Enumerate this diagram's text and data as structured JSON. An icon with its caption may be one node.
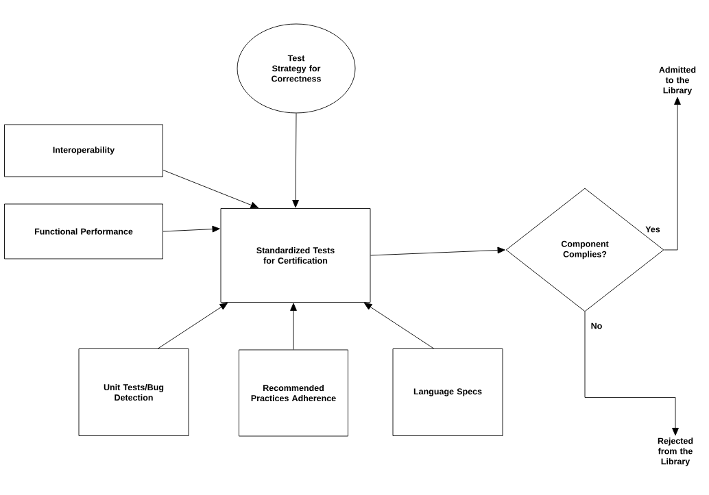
{
  "diagram": {
    "nodes": [
      {
        "text": [
          "Test Strategy for Correctness"
        ]
      },
      {
        "text": [
          "Interoperability"
        ]
      },
      {
        "text": [
          "Functional Performance"
        ]
      },
      {
        "text": [
          "Standardized Tests for Certification"
        ]
      },
      {
        "text": [
          "Component Complies?"
        ]
      },
      {
        "text": [
          "Admitted to the Library"
        ]
      },
      {
        "text": [
          "Unit Tests/Bug Detection"
        ]
      },
      {
        "text": [
          "Recommended Practices Adherence"
        ]
      },
      {
        "text": [
          "Language Specs"
        ]
      },
      {
        "text": [
          "Rejected from the Library"
        ]
      }
    ],
    "edges": [
      {
        "from": 0,
        "to": 3,
        "arrow": "to"
      },
      {
        "from": 1,
        "to": 3,
        "arrow": "to"
      },
      {
        "from": 2,
        "to": 3,
        "arrow": "to"
      },
      {
        "from": 6,
        "to": 3,
        "arrow": "to"
      },
      {
        "from": 7,
        "to": 3,
        "arrow": "to"
      },
      {
        "from": 8,
        "to": 3,
        "arrow": "to"
      },
      {
        "from": 3,
        "to": 4,
        "arrow": "to"
      },
      {
        "from": 4,
        "to": 5,
        "arrow": "to",
        "label": "Yes"
      },
      {
        "from": 4,
        "to": 9,
        "arrow": "to",
        "label": "No"
      }
    ]
  }
}
